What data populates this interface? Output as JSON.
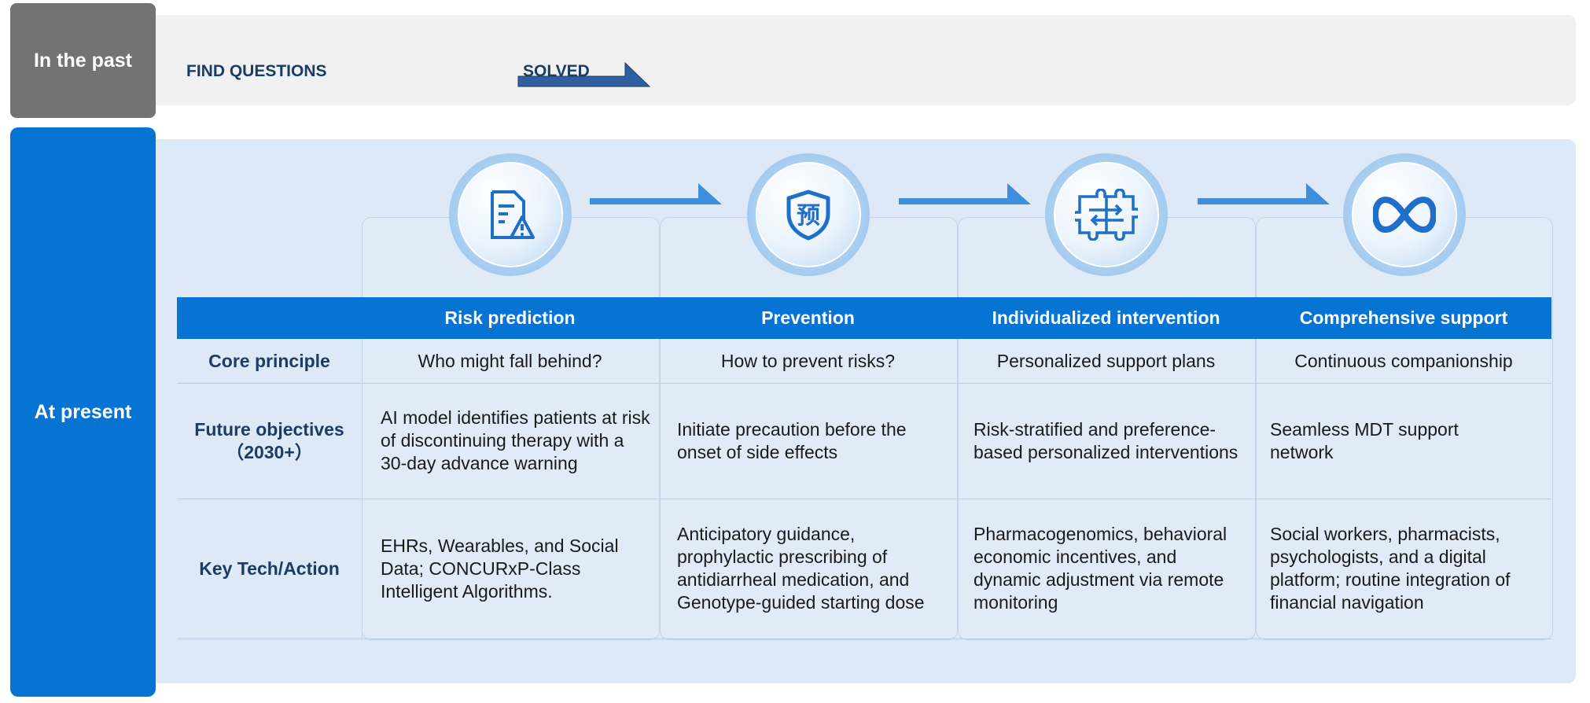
{
  "past": {
    "label": "In the past",
    "steps": [
      "FIND QUESTIONS",
      "SOLVED"
    ]
  },
  "present": {
    "label": "At present",
    "stages": [
      {
        "title": "Risk prediction",
        "icon": "document-warning-icon"
      },
      {
        "title": "Prevention",
        "icon": "shield-icon",
        "icon_glyph": "预"
      },
      {
        "title": "Individualized intervention",
        "icon": "puzzle-arrows-icon"
      },
      {
        "title": "Comprehensive support",
        "icon": "infinity-icon"
      }
    ],
    "rows": [
      {
        "label": "Core principle",
        "cells": [
          "Who might fall behind?",
          "How to prevent risks?",
          "Personalized support plans",
          "Continuous companionship"
        ]
      },
      {
        "label": "Future objectives（2030+）",
        "cells": [
          "AI model identifies patients at risk of discontinuing therapy with a 30-day advance warning",
          "Initiate precaution before the onset of side effects",
          "Risk-stratified and preference-based personalized interventions",
          "Seamless MDT support network"
        ]
      },
      {
        "label": "Key Tech/Action",
        "cells": [
          "EHRs, Wearables, and Social Data; CONCURxP-Class Intelligent Algorithms.",
          "Anticipatory guidance, prophylactic prescribing of antidiarrheal medication, and Genotype-guided starting dose",
          "Pharmacogenomics, behavioral economic incentives, and dynamic adjustment via remote monitoring",
          "Social workers, pharmacists, psychologists, and a digital platform; routine integration of financial navigation"
        ]
      }
    ]
  },
  "colors": {
    "primary_blue": "#0773d3",
    "light_panel": "#dde9f6",
    "gray_label": "#737373",
    "dark_navy": "#1d3c63",
    "arrow_blue": "#3d8fdd"
  }
}
